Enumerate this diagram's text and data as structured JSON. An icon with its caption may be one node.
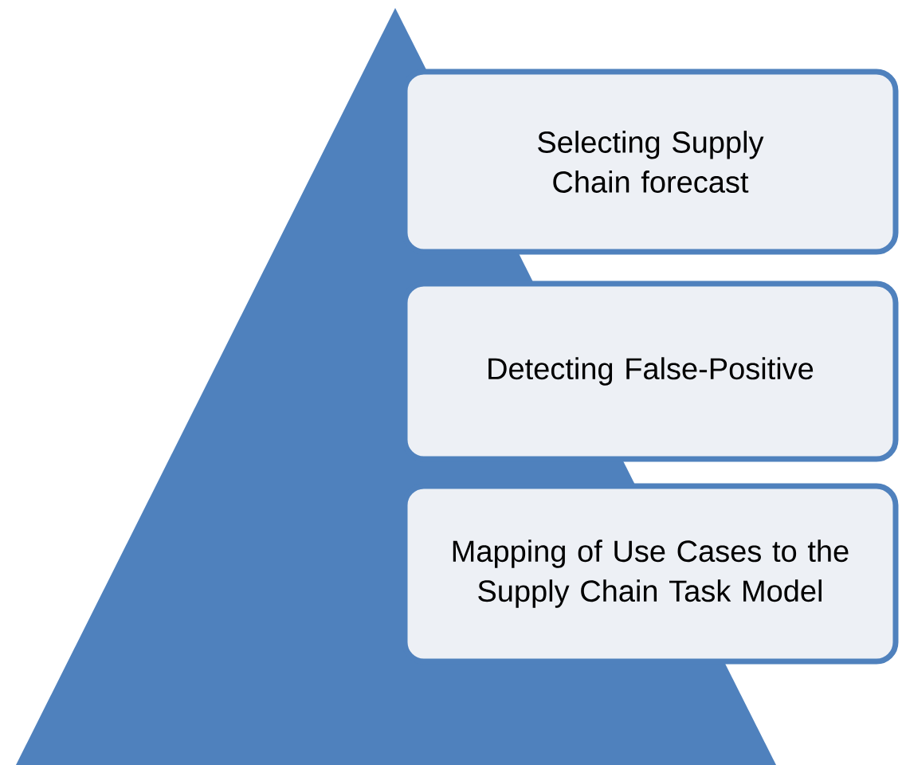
{
  "diagram": {
    "nodes": [
      {
        "text": [
          "Selecting Supply Chain forecast"
        ]
      },
      {
        "text": [
          "Detecting False-Positive"
        ]
      },
      {
        "text": [
          "Mapping of Use Cases to the Supply Chain Task Model"
        ]
      }
    ]
  }
}
